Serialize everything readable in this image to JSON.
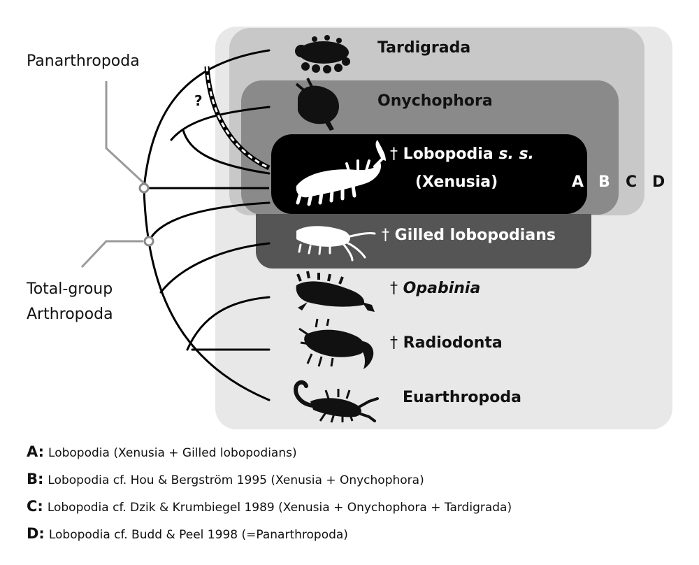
{
  "labels": {
    "panarthropoda": "Panarthropoda",
    "total_group_1": "Total-group",
    "total_group_2": "Arthropoda",
    "question_mark": "?"
  },
  "dagger": "†",
  "taxa": {
    "tardigrada": "Tardigrada",
    "onychophora": "Onychophora",
    "lobopodia_main": "Lobopodia",
    "lobopodia_italic": "s. s.",
    "xenusia": "(Xenusia)",
    "gilled": "Gilled lobopodians",
    "opabinia": "Opabinia",
    "radiodonta": "Radiodonta",
    "euarthropoda": "Euarthropoda"
  },
  "box_letters": {
    "a": "A",
    "b": "B",
    "c": "C",
    "d": "D"
  },
  "legend": [
    {
      "key": "A:",
      "text": "Lobopodia (Xenusia + Gilled lobopodians)"
    },
    {
      "key": "B:",
      "text": "Lobopodia cf. Hou & Bergström 1995 (Xenusia + Onychophora)"
    },
    {
      "key": "C:",
      "text": "Lobopodia cf. Dzik & Krumbiegel 1989 (Xenusia + Onychophora + Tardigrada)"
    },
    {
      "key": "D:",
      "text": "Lobopodia cf. Budd & Peel 1998 (=Panarthropoda)"
    }
  ],
  "colors": {
    "box_d": "#e8e8e8",
    "box_c": "#c8c8c8",
    "box_b": "#8a8a8a",
    "box_a": "#000000",
    "box_gilled": "#555555",
    "silhouette": "#111111"
  }
}
